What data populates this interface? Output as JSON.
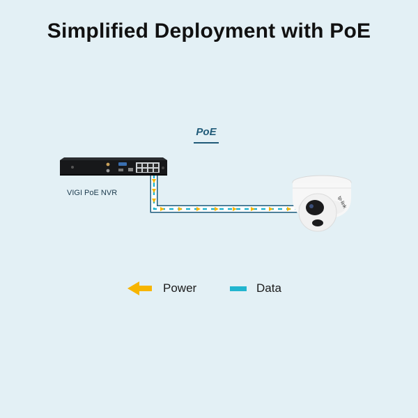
{
  "title": "Simplified Deployment with PoE",
  "connection": {
    "label": "PoE"
  },
  "nvr": {
    "caption": "VIGI PoE NVR"
  },
  "camera": {
    "brand": "tp-link"
  },
  "legend": {
    "power": {
      "label": "Power",
      "icon": "arrow-left-icon",
      "color": "#f7b500"
    },
    "data": {
      "label": "Data",
      "icon": "dash-icon",
      "color": "#22b5cf"
    }
  }
}
